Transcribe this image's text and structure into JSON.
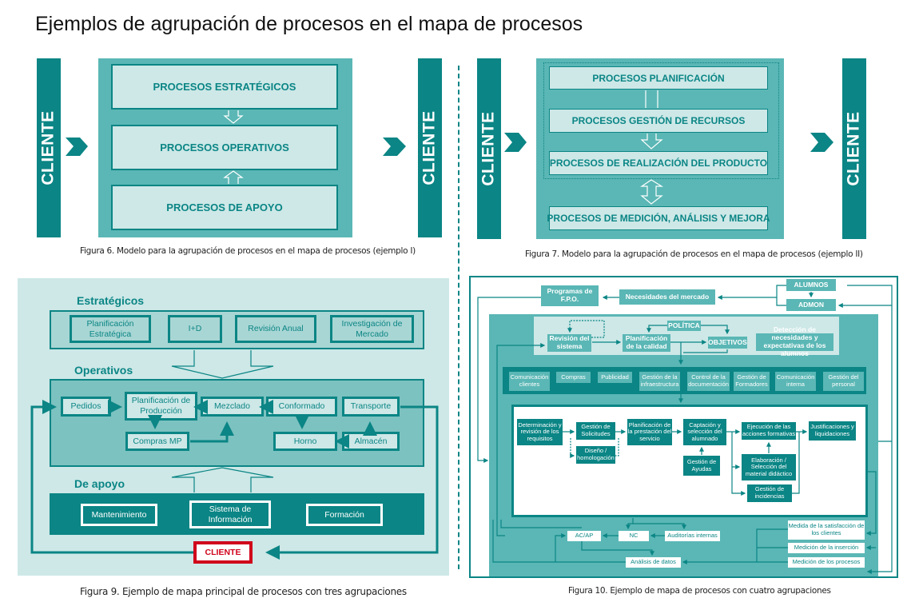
{
  "page_title": "Ejemplos de agrupación de procesos en el mapa de procesos",
  "colors": {
    "teal_dark": "#0b8585",
    "teal_mid": "#5ab7b5",
    "teal_light": "#cde8e7",
    "client_red": "#d0021b"
  },
  "fig6": {
    "client_left": "CLIENTE",
    "client_right": "CLIENTE",
    "boxes": [
      "PROCESOS ESTRATÉGICOS",
      "PROCESOS OPERATIVOS",
      "PROCESOS DE APOYO"
    ],
    "caption": "Figura 6. Modelo para la agrupación de procesos en el mapa de procesos (ejemplo I)"
  },
  "fig7": {
    "client_left": "CLIENTE",
    "client_right": "CLIENTE",
    "boxes": [
      "PROCESOS PLANIFICACIÓN",
      "PROCESOS GESTIÓN DE RECURSOS",
      "PROCESOS DE REALIZACIÓN DEL PRODUCTO",
      "PROCESOS DE MEDICIÓN, ANÁLISIS Y MEJORA"
    ],
    "caption": "Figura 7. Modelo para la agrupación de procesos en el mapa de procesos (ejemplo II)"
  },
  "fig9": {
    "strategic_heading": "Estratégicos",
    "strategic": [
      "Planificación Estratégica",
      "I+D",
      "Revisión Anual",
      "Investigación de Mercado"
    ],
    "operative_heading": "Operativos",
    "operative": {
      "pedidos": "Pedidos",
      "planificacion": "Planificación de Producción",
      "compras": "Compras MP",
      "mezclado": "Mezclado",
      "conformado": "Conformado",
      "horno": "Horno",
      "almacen": "Almacén",
      "transporte": "Transporte"
    },
    "support_heading": "De apoyo",
    "support": [
      "Mantenimiento",
      "Sistema de Información",
      "Formación"
    ],
    "client": "CLIENTE",
    "caption": "Figura 9. Ejemplo de mapa principal de procesos con tres agrupaciones"
  },
  "fig10": {
    "top": {
      "programas": "Programas de F.P.O.",
      "necesidades": "Necesidades del mercado",
      "alumnos": "ALUMNOS",
      "admon": "ADMON"
    },
    "strategic": {
      "revision": "Revisión del sistema",
      "planificacion": "Planificación de la calidad",
      "politica": "POLÍTICA",
      "objetivos": "OBJETIVOS",
      "deteccion": "Detección de necesidades y expectativas de los alumnos"
    },
    "support": [
      "Comunicación clientes",
      "Compras",
      "Publicidad",
      "Gestión de la infraestructura",
      "Control de la documentación",
      "Gestión de Formadores",
      "Comunicación interna",
      "Gestión del personal"
    ],
    "operative": {
      "determinacion": "Determinación y revisión de los requisitos",
      "solicitudes": "Gestión de Solicitudes",
      "diseno": "Diseño / homologación",
      "planificacion": "Planificación de la prestación del servicio",
      "captacion": "Captación y selección del alumnado",
      "ayudas": "Gestión de Ayudas",
      "ejecucion": "Ejecución de las acciones formativas",
      "elaboracion": "Elaboración / Selección del material didáctico",
      "incidencias": "Gestión de incidencias",
      "justificaciones": "Justificaciones y liquidaciones"
    },
    "measurement": {
      "acap": "AC/AP",
      "nc": "NC",
      "auditorias": "Auditorías internas",
      "analisis": "Análisis de datos",
      "satisfaccion": "Medida de la satisfacción de los clientes",
      "insercion": "Medición de la inserción",
      "procesos": "Medición de los procesos"
    },
    "caption": "Figura 10. Ejemplo de mapa de procesos con cuatro agrupaciones"
  }
}
